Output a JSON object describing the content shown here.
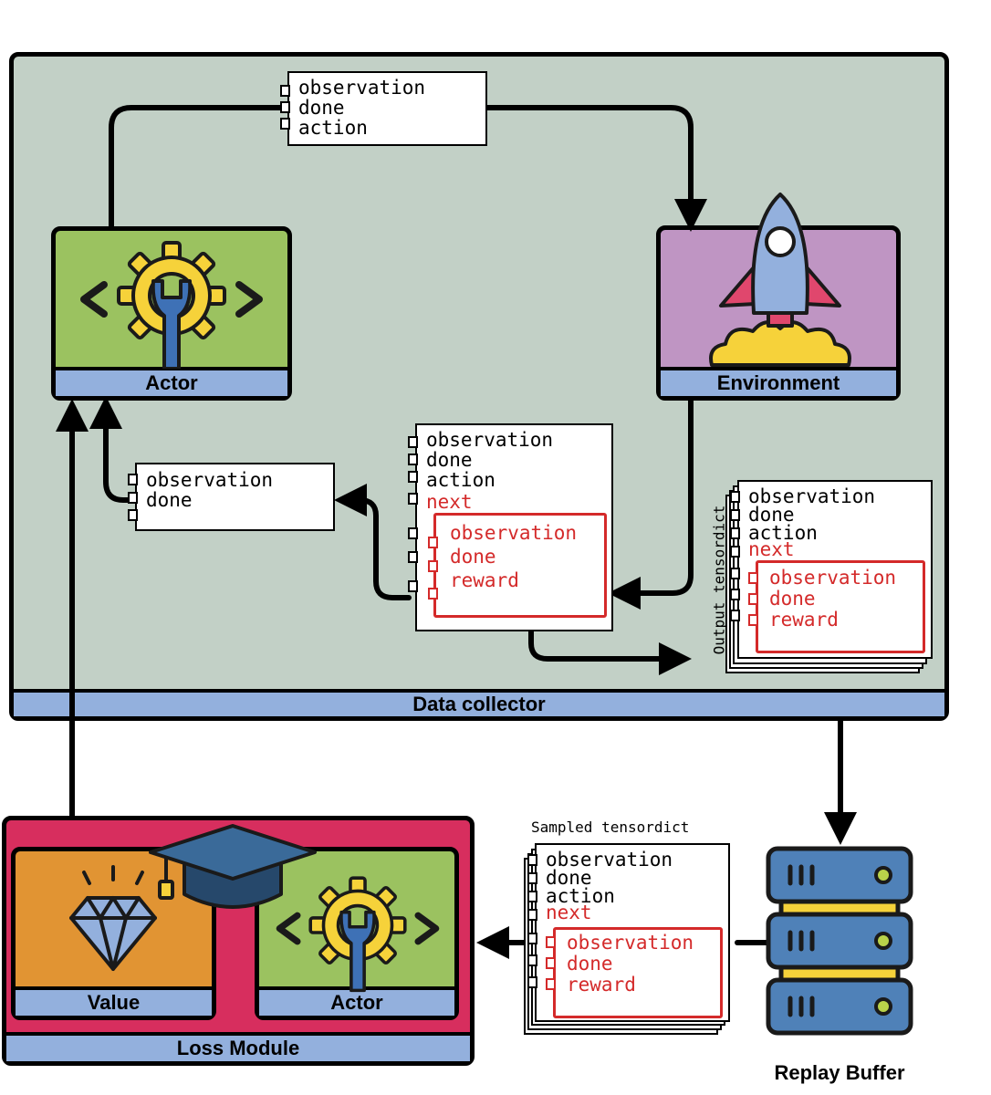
{
  "data_collector": {
    "label": "Data collector"
  },
  "actor": {
    "label": "Actor"
  },
  "environment": {
    "label": "Environment"
  },
  "loss_module": {
    "label": "Loss Module"
  },
  "value": {
    "label": "Value"
  },
  "loss_actor": {
    "label": "Actor"
  },
  "replay_buffer": {
    "label": "Replay Buffer"
  },
  "output_tensordict": {
    "label": "Output tensordict"
  },
  "sampled_tensordict": {
    "label": "Sampled tensordict"
  },
  "td_top": {
    "keys": [
      "observation",
      "done",
      "action"
    ]
  },
  "td_policy_in": {
    "keys": [
      "observation",
      "done"
    ]
  },
  "td_step": {
    "keys": [
      "observation",
      "done",
      "action"
    ],
    "next_label": "next",
    "next_keys": [
      "observation",
      "done",
      "reward"
    ]
  },
  "td_output": {
    "keys": [
      "observation",
      "done",
      "action"
    ],
    "next_label": "next",
    "next_keys": [
      "observation",
      "done",
      "reward"
    ]
  },
  "td_sampled": {
    "keys": [
      "observation",
      "done",
      "action"
    ],
    "next_label": "next",
    "next_keys": [
      "observation",
      "done",
      "reward"
    ]
  },
  "colors": {
    "collector_bg": "#c2d0c6",
    "actor_bg": "#9bc260",
    "env_bg": "#bf95c3",
    "loss_bg": "#d72e5e",
    "value_bg": "#e19433",
    "bar": "#93b0dd",
    "red": "#d42a2a"
  }
}
